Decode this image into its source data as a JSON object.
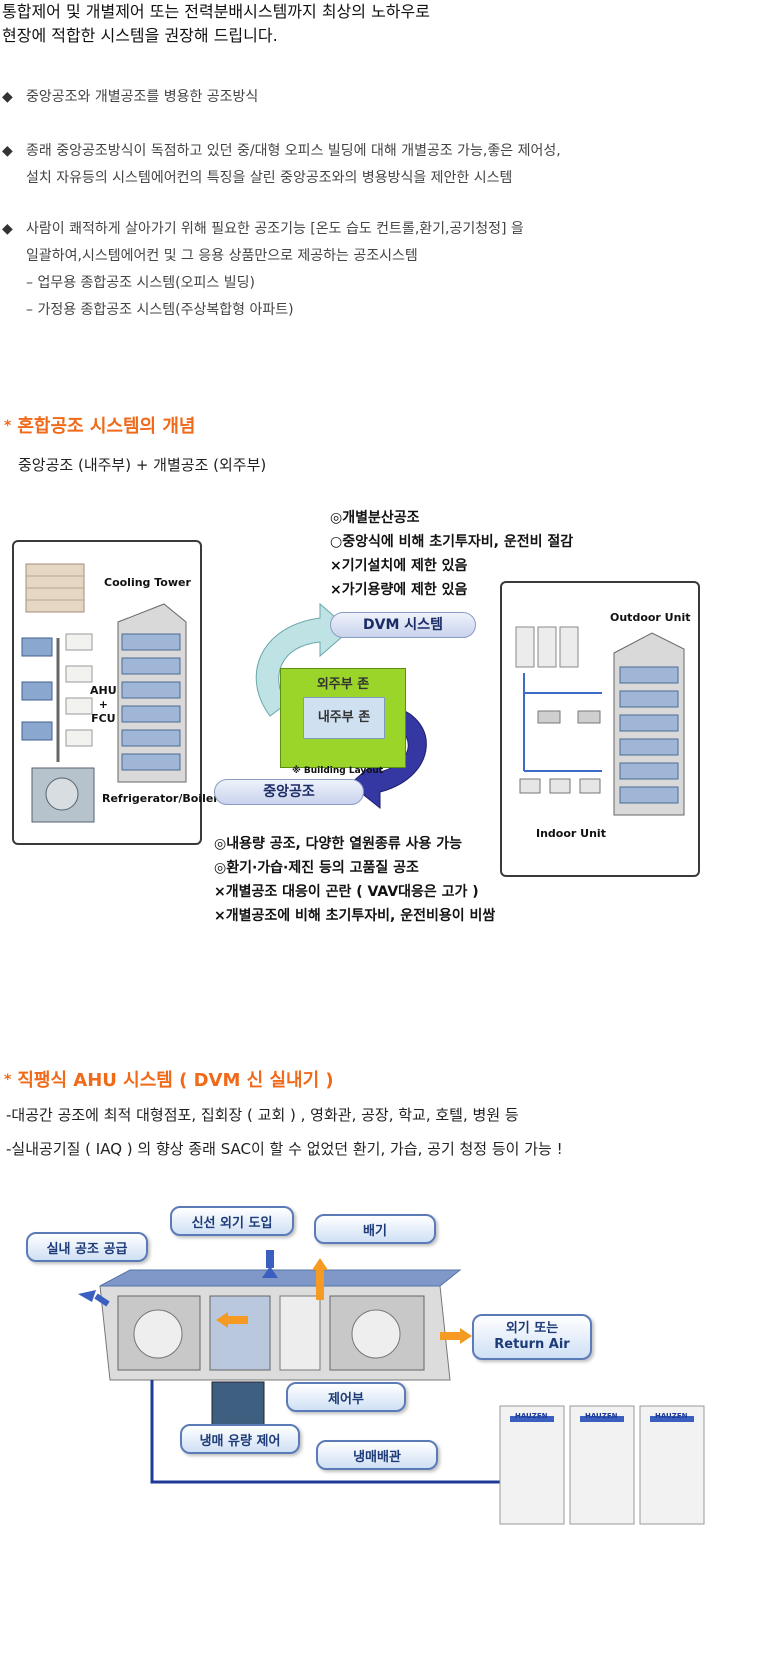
{
  "intro": [
    "통합제어 및 개별제어 또는 전력분배시스템까지 최상의 노하우로",
    "현장에 적합한 시스템을 권장해 드립니다."
  ],
  "bullet_marker": "◆",
  "bullets": [
    {
      "lines": [
        "중앙공조와 개별공조를 병용한 공조방식"
      ]
    },
    {
      "lines": [
        "종래 중앙공조방식이 독점하고 있던 중/대형 오피스 빌딩에 대해 개별공조 가능,좋은 제어성,",
        "설치 자유등의 시스템에어컨의  특징을 살린 중앙공조와의 병용방식을 제안한 시스템"
      ]
    },
    {
      "lines": [
        "사람이 쾌적하게 살아가기 위해 필요한 공조기능 [온도 습도 컨트롤,환기,공기청정] 을",
        "일괄하여,시스템에어컨 및 그 응용 상품만으로 제공하는 공조시스템",
        "– 업무용 종합공조 시스템(오피스 빌딩)",
        "– 가정용 종합공조 시스템(주상복합형 아파트)"
      ]
    }
  ],
  "section1": {
    "star": "*",
    "title": "혼합공조 시스템의 개념",
    "subtitle": "중앙공조 (내주부) + 개별공조 (외주부)",
    "top_notes": [
      "◎개별분산공조",
      "○중앙식에 비해 초기투자비, 운전비 절감",
      "×기기설치에 제한 있음",
      "×가기용량에 제한 있음"
    ],
    "dvm_label": "DVM 시스템",
    "central_label": "중앙공조",
    "outer_zone": "외주부 존",
    "inner_zone": "내주부 존",
    "building_layout": "※ Building Layout",
    "left_panel": {
      "cooling_tower": "Cooling Tower",
      "ahu_fcu": [
        "AHU",
        "+",
        "FCU"
      ],
      "refrigerator": "Refrigerator/Boiler"
    },
    "right_panel": {
      "outdoor": "Outdoor Unit",
      "indoor": "Indoor Unit"
    },
    "bottom_notes": [
      "◎내용량 공조, 다양한 열원종류 사용 가능",
      "◎환기·가습·제진 등의 고품질 공조",
      "×개별공조 대응이 곤란 ( VAV대응은 고가 )",
      "×개별공조에 비해 초기투자비, 운전비용이 비쌈"
    ]
  },
  "section2": {
    "star": "*",
    "title": "직팽식 AHU 시스템 ( DVM 신 실내기 )",
    "lines": [
      "-대공간 공조에 최적  대형점포, 집회장 ( 교회 ) , 영화관, 공장, 학교, 호텔, 병원 등",
      "-실내공기질 ( IAQ ) 의 향상  종래 SAC이 할 수 없었던 환기, 가습, 공기 청정 등이 가능 !"
    ],
    "labels": {
      "supply": "실내 공조 공급",
      "fresh_air": "신선 외기 도입",
      "exhaust": "배기",
      "outside_return": [
        "외기 또는",
        "Return Air"
      ],
      "control": "제어부",
      "refrigerant_control": "냉매 유량 제어",
      "refrigerant_pipe": "냉매배관"
    },
    "brand": "HAUZEN"
  }
}
